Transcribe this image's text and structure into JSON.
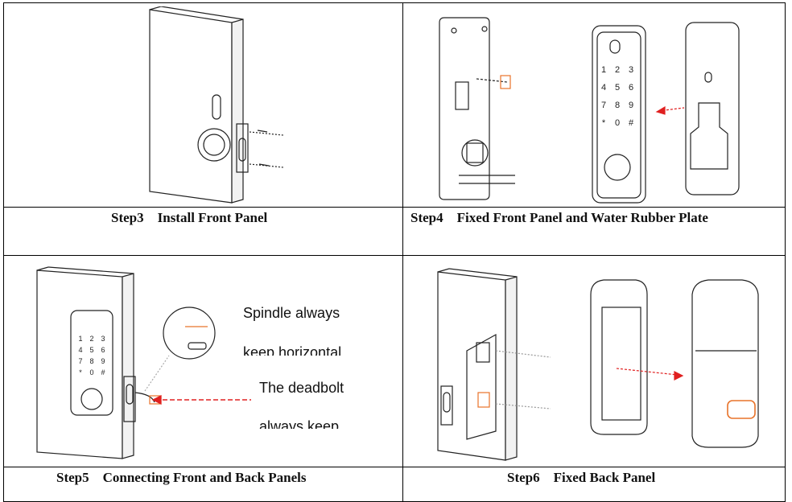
{
  "steps": [
    {
      "number": "Step3",
      "title": "Install Front Panel"
    },
    {
      "number": "Step4",
      "title": "Fixed Front Panel and Water Rubber Plate"
    },
    {
      "number": "Step5",
      "title": "Connecting Front and Back Panels"
    },
    {
      "number": "Step6",
      "title": "Fixed Back Panel"
    }
  ],
  "step5_notes": {
    "spindle": "Spindle always",
    "spindle_cont": "keep horizontal",
    "deadbolt": "The deadbolt",
    "deadbolt_cont": "always keep"
  },
  "keypad": [
    "1",
    "2",
    "3",
    "4",
    "5",
    "6",
    "7",
    "8",
    "9",
    "*",
    "0",
    "#"
  ],
  "colors": {
    "arrow": "#e02020",
    "line": "#222222",
    "accent_orange": "#e8732a"
  }
}
